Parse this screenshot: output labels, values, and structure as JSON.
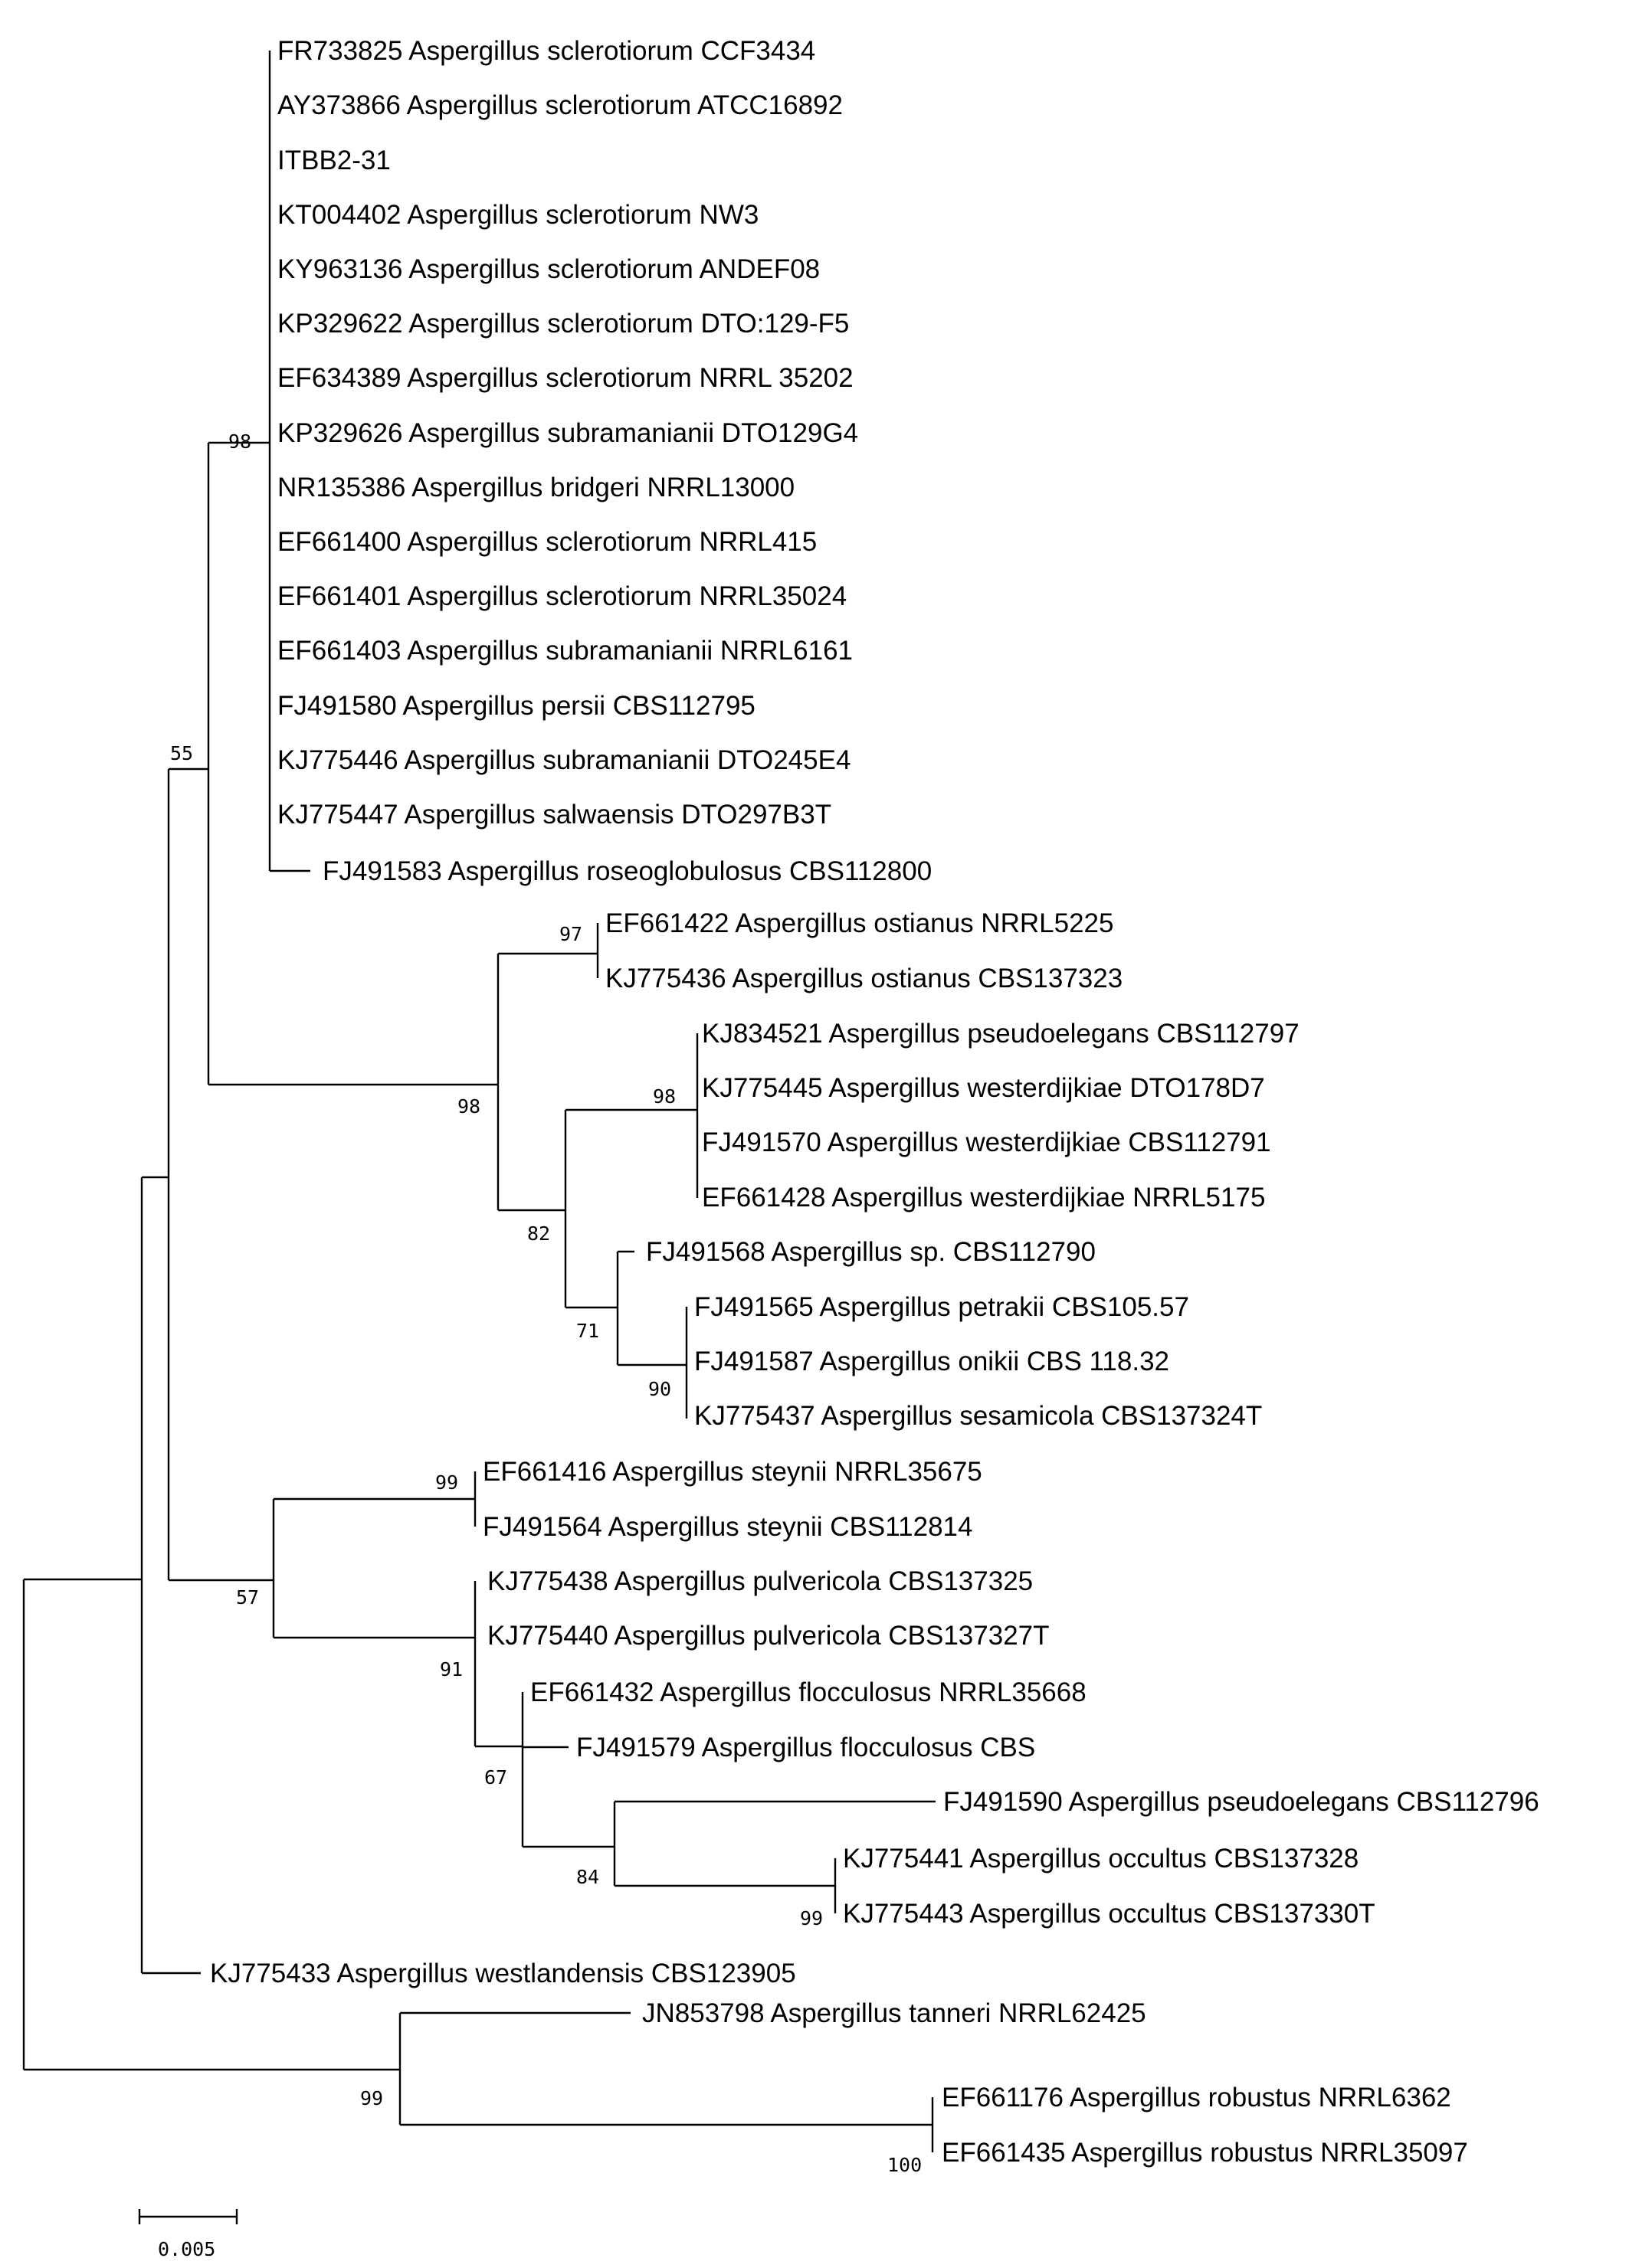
{
  "colors": {
    "background": "#ffffff",
    "branch": "#000000",
    "text": "#000000"
  },
  "tree": {
    "leaves": [
      "FR733825 Aspergillus sclerotiorum CCF3434",
      "AY373866 Aspergillus sclerotiorum ATCC16892",
      "ITBB2-31",
      "KT004402 Aspergillus sclerotiorum NW3",
      "KY963136 Aspergillus sclerotiorum ANDEF08",
      "KP329622 Aspergillus sclerotiorum DTO:129-F5",
      "EF634389 Aspergillus sclerotiorum NRRL 35202",
      "KP329626 Aspergillus subramanianii DTO129G4",
      "NR135386 Aspergillus bridgeri NRRL13000",
      "EF661400 Aspergillus sclerotiorum NRRL415",
      "EF661401 Aspergillus sclerotiorum NRRL35024",
      "EF661403 Aspergillus subramanianii NRRL6161",
      "FJ491580 Aspergillus persii CBS112795",
      "KJ775446 Aspergillus subramanianii DTO245E4",
      "KJ775447 Aspergillus salwaensis DTO297B3T",
      "FJ491583 Aspergillus roseoglobulosus CBS112800",
      "EF661422 Aspergillus ostianus NRRL5225",
      "KJ775436 Aspergillus ostianus CBS137323",
      "KJ834521 Aspergillus pseudoelegans CBS112797",
      "KJ775445 Aspergillus westerdijkiae DTO178D7",
      "FJ491570 Aspergillus westerdijkiae CBS112791",
      "EF661428 Aspergillus westerdijkiae NRRL5175",
      "FJ491568 Aspergillus sp. CBS112790",
      "FJ491565 Aspergillus petrakii CBS105.57",
      "FJ491587 Aspergillus onikii CBS 118.32",
      "KJ775437 Aspergillus sesamicola CBS137324T",
      "EF661416 Aspergillus steynii NRRL35675",
      "FJ491564 Aspergillus steynii CBS112814",
      "KJ775438 Aspergillus pulvericola CBS137325",
      "KJ775440 Aspergillus pulvericola CBS137327T",
      "EF661432 Aspergillus flocculosus NRRL35668",
      "FJ491579 Aspergillus flocculosus CBS",
      "FJ491590 Aspergillus pseudoelegans CBS112796",
      "KJ775441 Aspergillus occultus CBS137328",
      "KJ775443 Aspergillus occultus CBS137330T",
      "KJ775433 Aspergillus westlandensis CBS123905",
      "JN853798 Aspergillus tanneri NRRL62425",
      "EF661176 Aspergillus robustus NRRL6362",
      "EF661435 Aspergillus robustus NRRL35097"
    ],
    "bootstrap": [
      "98",
      "55",
      "97",
      "98",
      "98",
      "82",
      "71",
      "90",
      "99",
      "57",
      "91",
      "67",
      "84",
      "99",
      "99",
      "100"
    ],
    "scale_bar": "0.005"
  }
}
